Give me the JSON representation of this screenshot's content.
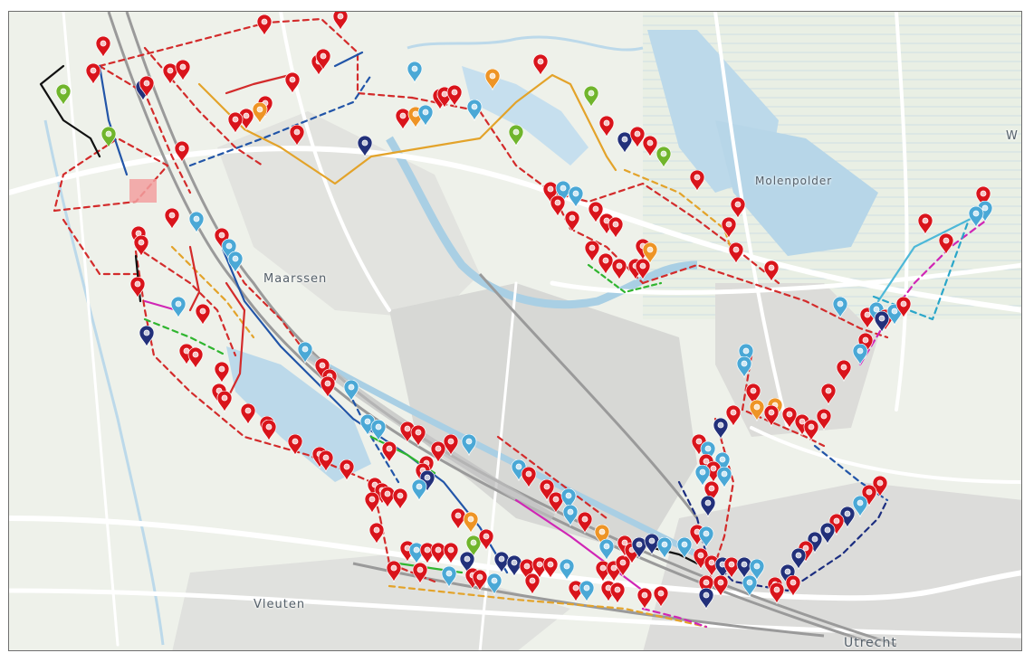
{
  "map": {
    "place_labels": {
      "maarssen": "Maarssen",
      "molenpolder": "Molenpolder",
      "vleuten": "Vleuten",
      "utrecht": "Utrecht",
      "edge_w": "W"
    },
    "colors": {
      "land": "#eef1ea",
      "water": "#bcd9ea",
      "urban": "#dcdcdc",
      "road": "#ffffff",
      "rail": "#9a9a9a",
      "marker_red": "#d9141b",
      "marker_lightblue": "#4aa8d6",
      "marker_navy": "#22307a",
      "marker_green": "#70b52c",
      "marker_orange": "#ee9425"
    },
    "icons": {
      "marker": "map-pin-icon"
    }
  }
}
